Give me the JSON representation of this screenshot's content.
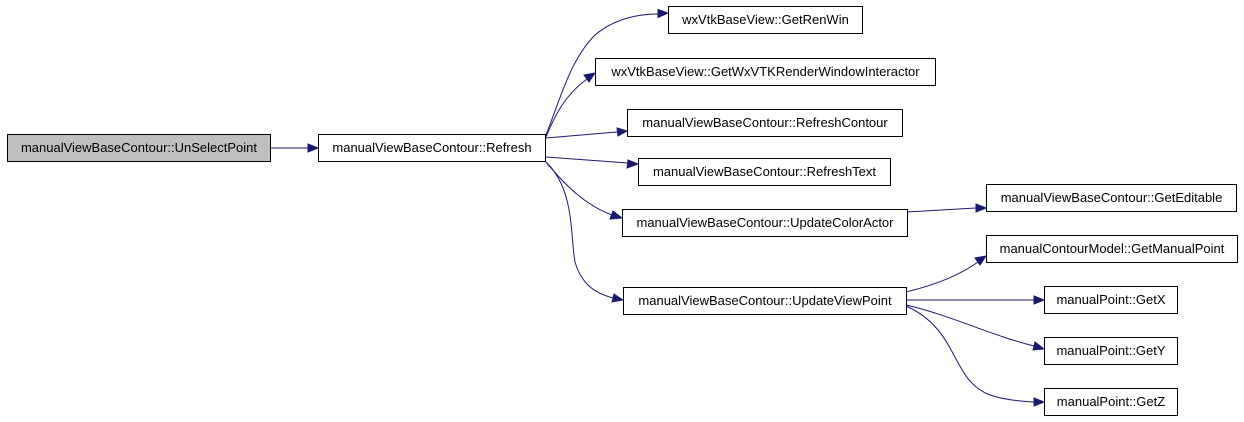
{
  "graph": {
    "colors": {
      "edge": "#191970",
      "root_fill": "#bfbfbf",
      "node_fill": "#ffffff",
      "border": "#000000"
    },
    "nodes": {
      "unselect_point": "manualViewBaseContour::UnSelectPoint",
      "refresh": "manualViewBaseContour::Refresh",
      "get_ren_win": "wxVtkBaseView::GetRenWin",
      "get_wx_vtk_rwi": "wxVtkBaseView::GetWxVTKRenderWindowInteractor",
      "refresh_contour": "manualViewBaseContour::RefreshContour",
      "refresh_text": "manualViewBaseContour::RefreshText",
      "update_color_actor": "manualViewBaseContour::UpdateColorActor",
      "get_editable": "manualViewBaseContour::GetEditable",
      "update_view_point": "manualViewBaseContour::UpdateViewPoint",
      "get_manual_point": "manualContourModel::GetManualPoint",
      "get_x": "manualPoint::GetX",
      "get_y": "manualPoint::GetY",
      "get_z": "manualPoint::GetZ"
    }
  }
}
